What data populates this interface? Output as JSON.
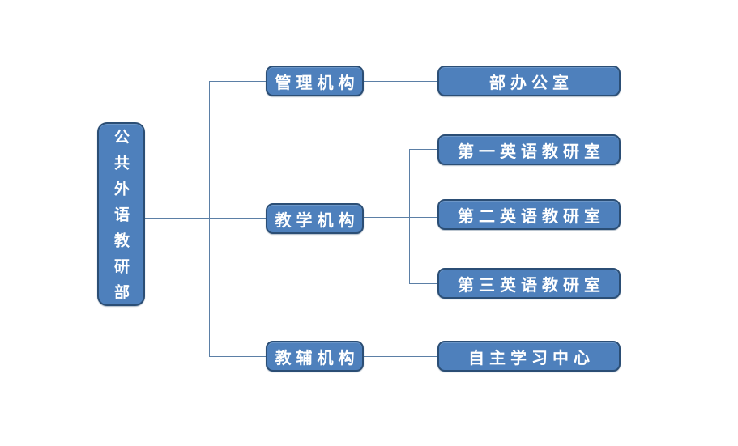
{
  "diagram": {
    "title": "organization-chart",
    "root": {
      "label": "公共外语教研部"
    },
    "branches": [
      {
        "label": "管理机构",
        "children": [
          {
            "label": "部办公室"
          }
        ]
      },
      {
        "label": "教学机构",
        "children": [
          {
            "label": "第一英语教研室"
          },
          {
            "label": "第二英语教研室"
          },
          {
            "label": "第三英语教研室"
          }
        ]
      },
      {
        "label": "教辅机构",
        "children": [
          {
            "label": "自主学习中心"
          }
        ]
      }
    ],
    "colors": {
      "box_fill": "#4e80bc",
      "box_border": "#2b4e75",
      "connector": "#5b7fa6",
      "text": "#ffffff",
      "background": "#ffffff"
    }
  }
}
